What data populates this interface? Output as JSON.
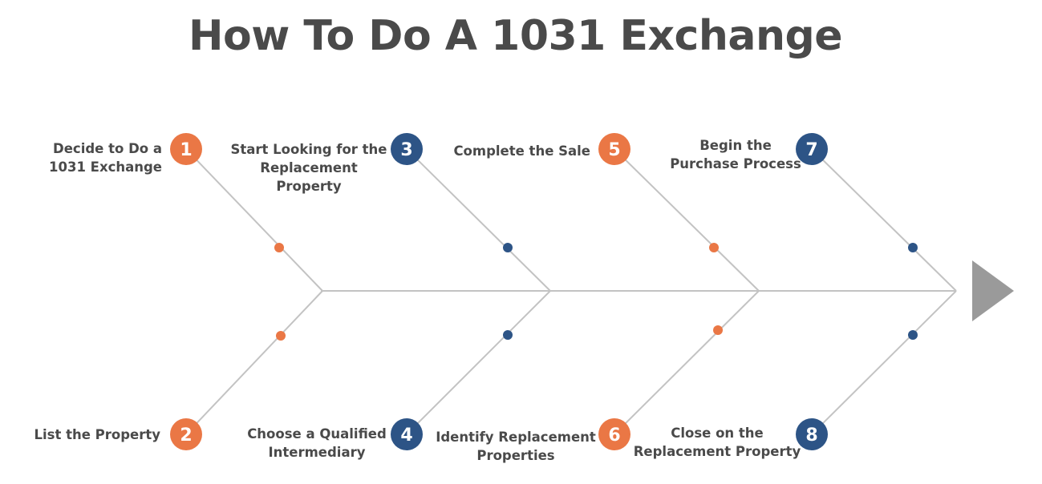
{
  "title": "How To Do A 1031 Exchange",
  "colors": {
    "orange": "#ea7745",
    "navy": "#2d5486",
    "line": "#c3c3c3",
    "arrow": "#9a9a9a",
    "text": "#4a4a4a"
  },
  "steps": [
    {
      "num": "1",
      "label_line1": "Decide to Do a",
      "label_line2": "1031 Exchange",
      "label_line3": "",
      "color": "orange"
    },
    {
      "num": "2",
      "label_line1": "List the Property",
      "label_line2": "",
      "label_line3": "",
      "color": "orange"
    },
    {
      "num": "3",
      "label_line1": "Start Looking for the",
      "label_line2": "Replacement",
      "label_line3": "Property",
      "color": "navy"
    },
    {
      "num": "4",
      "label_line1": "Choose a Qualified",
      "label_line2": "Intermediary",
      "label_line3": "",
      "color": "navy"
    },
    {
      "num": "5",
      "label_line1": "Complete the Sale",
      "label_line2": "",
      "label_line3": "",
      "color": "orange"
    },
    {
      "num": "6",
      "label_line1": "Identify Replacement",
      "label_line2": "Properties",
      "label_line3": "",
      "color": "orange"
    },
    {
      "num": "7",
      "label_line1": "Begin the",
      "label_line2": "Purchase Process",
      "label_line3": "",
      "color": "navy"
    },
    {
      "num": "8",
      "label_line1": "Close on the",
      "label_line2": "Replacement Property",
      "label_line3": "",
      "color": "navy"
    }
  ]
}
